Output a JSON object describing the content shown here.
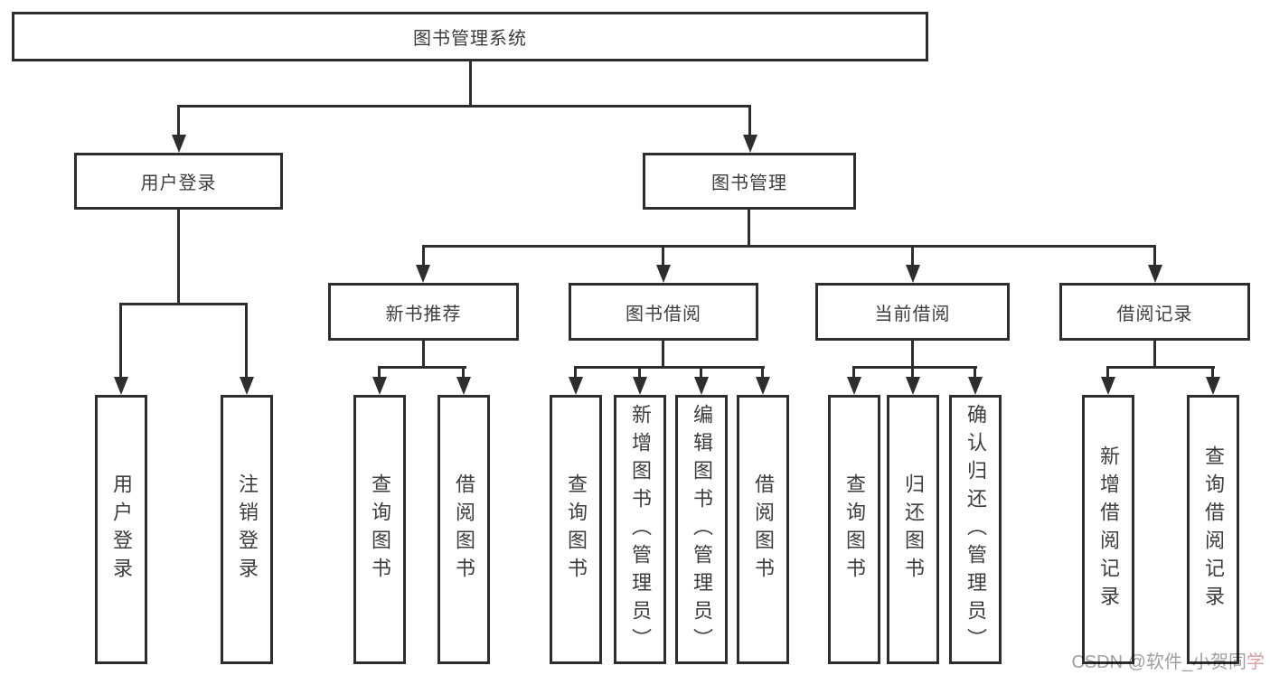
{
  "colors": {
    "line": "#2e2e2e",
    "box_text": "#3d3d3d",
    "watermark": "#a0a0a0",
    "watermark_accent": "#d9a0a0"
  },
  "diagram": {
    "root": {
      "label": "图书管理系统"
    },
    "branches": [
      {
        "label": "用户登录",
        "children": [
          {
            "label": "用户登录"
          },
          {
            "label": "注销登录"
          }
        ]
      },
      {
        "label": "图书管理",
        "sections": [
          {
            "label": "新书推荐",
            "children": [
              {
                "label": "查询图书"
              },
              {
                "label": "借阅图书"
              }
            ]
          },
          {
            "label": "图书借阅",
            "children": [
              {
                "label": "查询图书"
              },
              {
                "label": "新增图书（管理员）"
              },
              {
                "label": "编辑图书（管理员）"
              },
              {
                "label": "借阅图书"
              }
            ]
          },
          {
            "label": "当前借阅",
            "children": [
              {
                "label": "查询图书"
              },
              {
                "label": "归还图书"
              },
              {
                "label": "确认归还（管理员）"
              }
            ]
          },
          {
            "label": "借阅记录",
            "children": [
              {
                "label": "新增借阅记录"
              },
              {
                "label": "查询借阅记录"
              }
            ]
          }
        ]
      }
    ]
  },
  "watermark": {
    "text_main": "CSDN @软件_小贺同",
    "text_accent": "学"
  }
}
